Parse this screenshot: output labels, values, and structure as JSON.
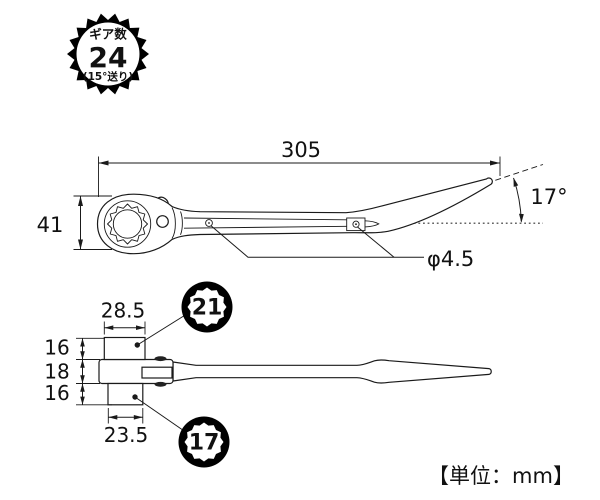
{
  "colors": {
    "line": "#1a1a1a",
    "background": "#ffffff",
    "badge_fill": "#000000"
  },
  "gear_badge": {
    "title": "ギア数",
    "count": "24",
    "feed": "(15°送り)"
  },
  "side_view": {
    "length_label": "305",
    "height_label": "41",
    "angle_label": "17°",
    "hole_label": "φ4.5"
  },
  "top_view": {
    "upper_width_label": "28.5",
    "seg_top_label": "16",
    "seg_mid_label": "18",
    "seg_bottom_label": "16",
    "lower_width_label": "23.5",
    "upper_socket_size": "21",
    "lower_socket_size": "17"
  },
  "footer": {
    "units_label": "【単位：mm】"
  }
}
